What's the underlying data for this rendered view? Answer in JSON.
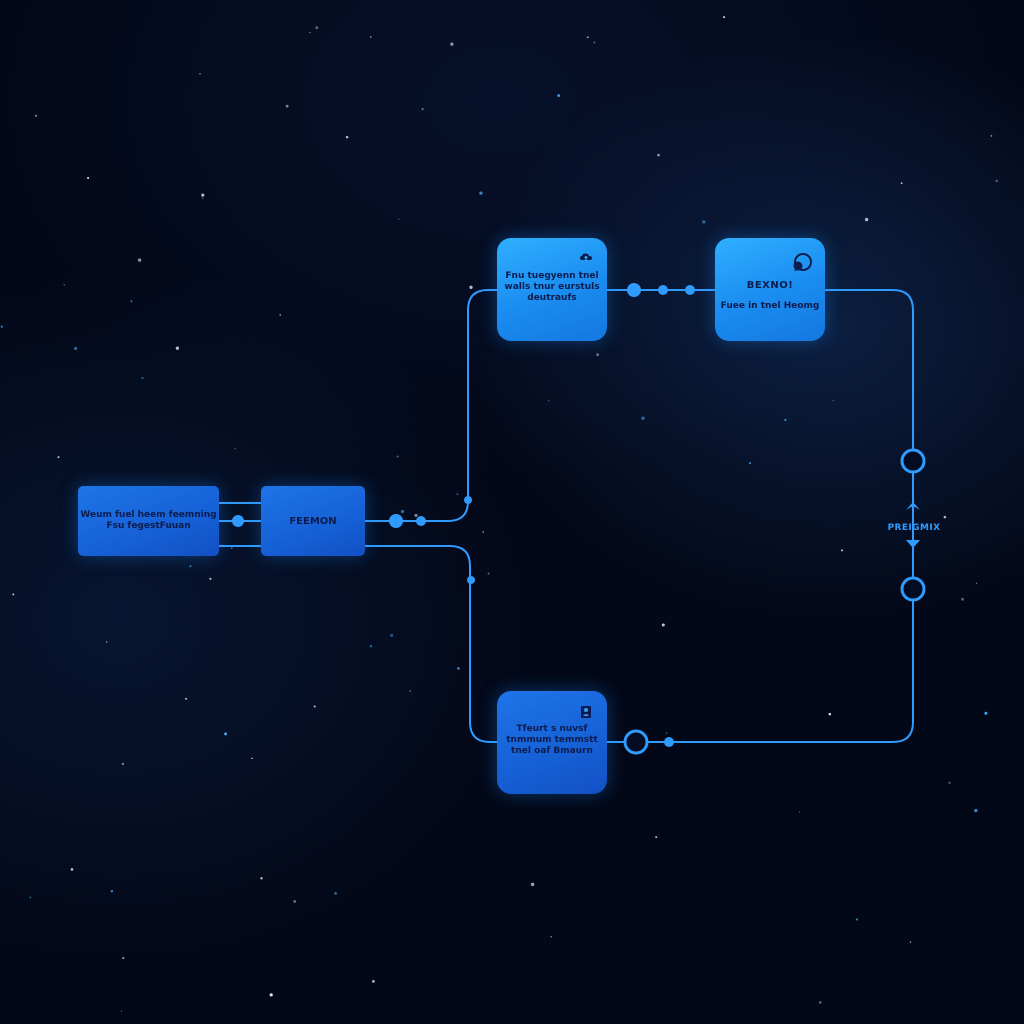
{
  "diagram": {
    "nodes": {
      "left_box": {
        "label": "Weum fuel heem feemning\nFsu fegestFuuan"
      },
      "center_box": {
        "label": "FEEMON"
      },
      "top_left_box": {
        "label": "Fnu tuegyenn tnel\nwalls tnur eurstuls\ndeutraufs"
      },
      "top_right_box": {
        "title": "BEXNO!",
        "label": "Fuee in tnel Heomg"
      },
      "bottom_box": {
        "label": "Tfeurt s nuvsf\ntnmmum temmstt\ntnel oaf Bmaurn"
      }
    },
    "side_label": "PREIGMIX",
    "colors": {
      "connector": "#2f9bff",
      "node_bright": "#1a8cf0",
      "node_deep": "#1660d6",
      "background": "#030818"
    },
    "icons": {
      "top_left_box": "cloud-upload-icon",
      "top_right_box": "chat-bubble-icon",
      "bottom_box": "user-badge-icon"
    }
  }
}
